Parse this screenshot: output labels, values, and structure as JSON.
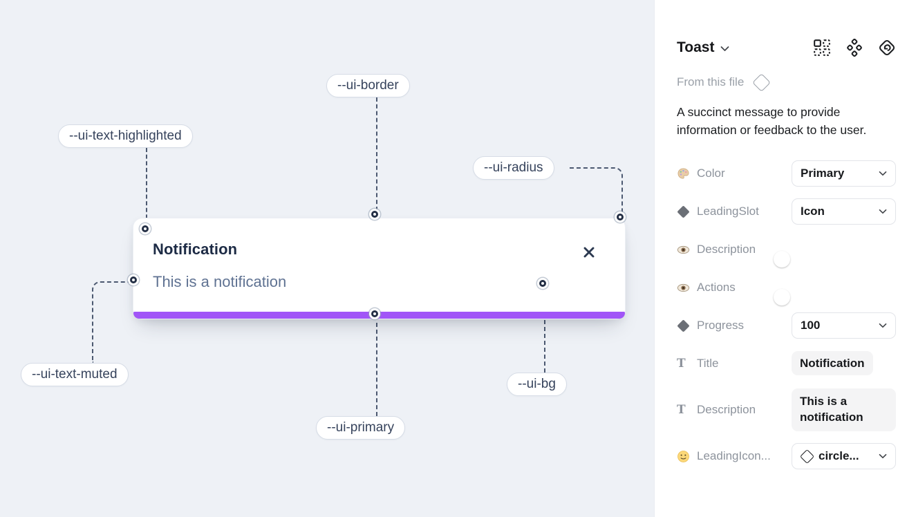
{
  "canvas": {
    "toast": {
      "title": "Notification",
      "description": "This is a notification",
      "progress_color": "#a155f7",
      "close_icon": "x-icon"
    },
    "annotations": [
      {
        "label": "--ui-border"
      },
      {
        "label": "--ui-text-highlighted"
      },
      {
        "label": "--ui-radius"
      },
      {
        "label": "--ui-text-muted"
      },
      {
        "label": "--ui-primary"
      },
      {
        "label": "--ui-bg"
      }
    ]
  },
  "panel": {
    "component_name": "Toast",
    "source_label": "From this file",
    "description": "A succinct message to provide information or feedback to the user.",
    "header_icons": [
      "instance-grid-icon",
      "variants-icon",
      "swap-instance-icon"
    ],
    "properties": [
      {
        "icon": "palette-icon",
        "label": "Color",
        "control": "select",
        "value": "Primary"
      },
      {
        "icon": "diamond-icon",
        "label": "LeadingSlot",
        "control": "select",
        "value": "Icon"
      },
      {
        "icon": "eye-icon",
        "label": "Description",
        "control": "toggle",
        "value": "on"
      },
      {
        "icon": "eye-icon",
        "label": "Actions",
        "control": "toggle",
        "value": "on"
      },
      {
        "icon": "diamond-icon",
        "label": "Progress",
        "control": "select",
        "value": "100"
      },
      {
        "icon": "text-icon",
        "label": "Title",
        "control": "textfield",
        "value": "Notification",
        "glyph": "T"
      },
      {
        "icon": "text-icon",
        "label": "Description",
        "control": "textfield",
        "value": "This is a notification",
        "glyph": "T"
      },
      {
        "icon": "smiley-icon",
        "label": "LeadingIcon...",
        "control": "select-icon",
        "value": "circle..."
      }
    ]
  },
  "colors": {
    "canvas_bg": "#eef1f6",
    "primary_purple": "#a155f7",
    "toggle_on_blue": "#2e9df7",
    "toast_title": "#1d2b45",
    "toast_muted": "#5f7292"
  }
}
